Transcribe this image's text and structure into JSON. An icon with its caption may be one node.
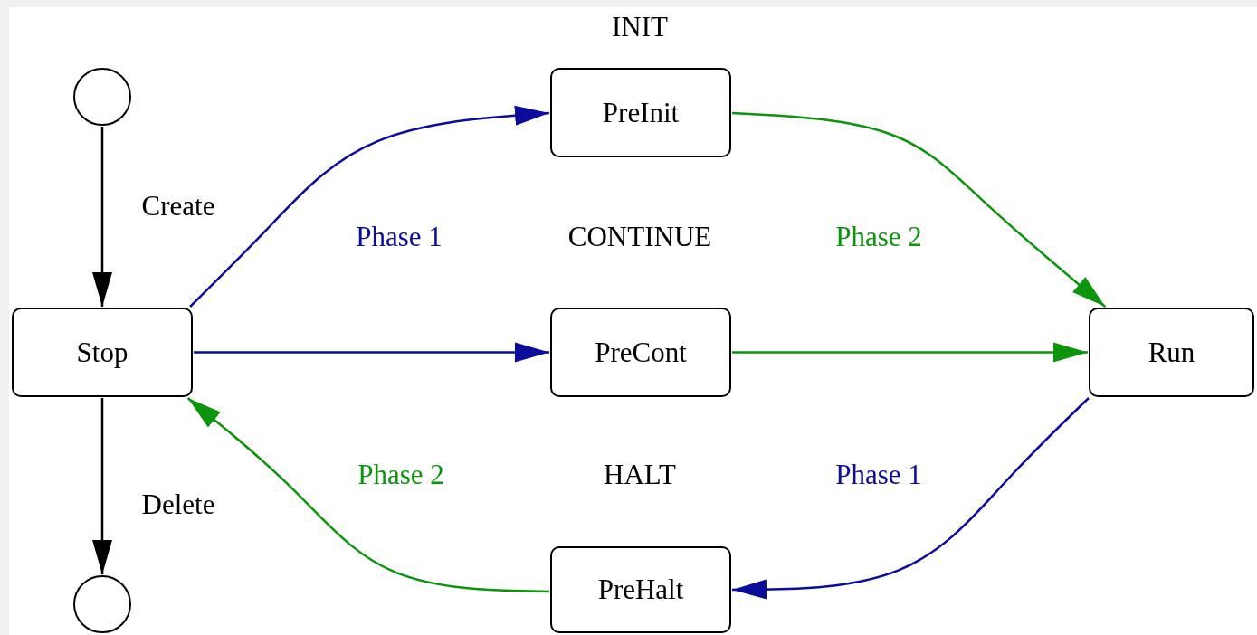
{
  "diagram": {
    "nodes": [
      {
        "text": [],
        "shape": "circle"
      },
      {
        "text": [],
        "shape": "circle"
      },
      {
        "text": [
          "Stop"
        ]
      },
      {
        "text": [
          "PreInit"
        ]
      },
      {
        "text": [
          "PreCont"
        ]
      },
      {
        "text": [
          "Run"
        ]
      },
      {
        "text": [
          "PreHalt"
        ]
      }
    ],
    "edges": [
      {
        "from": 0,
        "to": 2,
        "arrow": "to",
        "label": "Create",
        "color": "#000000"
      },
      {
        "from": 2,
        "to": 1,
        "arrow": "to",
        "label": "Delete",
        "color": "#000000"
      },
      {
        "from": 2,
        "to": 3,
        "arrow": "to",
        "label": "Phase 1",
        "color": "#0c0c9c"
      },
      {
        "from": 2,
        "to": 4,
        "arrow": "to",
        "color": "#0c0c9c"
      },
      {
        "from": 3,
        "to": 5,
        "arrow": "to",
        "label": "Phase 2",
        "color": "#0c940c"
      },
      {
        "from": 4,
        "to": 5,
        "arrow": "to",
        "color": "#0c940c"
      },
      {
        "from": 5,
        "to": 6,
        "arrow": "to",
        "label": "Phase 1",
        "color": "#0c0c9c"
      },
      {
        "from": 6,
        "to": 2,
        "arrow": "to",
        "label": "Phase 2",
        "color": "#0c940c"
      }
    ],
    "labels": [
      "INIT",
      "CONTINUE",
      "HALT"
    ]
  }
}
